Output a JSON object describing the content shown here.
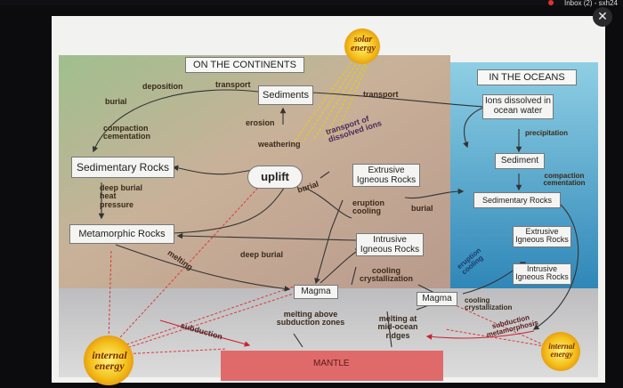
{
  "window": {
    "tab_text": "Inbox (2) - sxh24",
    "close_glyph": "✕"
  },
  "diagram": {
    "panels": {
      "continents": "ON THE CONTINENTS",
      "oceans": "IN THE OCEANS"
    },
    "nodes": {
      "sediments": "Sediments",
      "sedimentary_rocks": "Sedimentary Rocks",
      "metamorphic_rocks": "Metamorphic Rocks",
      "uplift": "uplift",
      "extrusive_left": "Extrusive Igneous Rocks",
      "intrusive_left": "Intrusive Igneous Rocks",
      "magma_left": "Magma",
      "magma_right": "Magma",
      "ions": "Ions dissolved in ocean water",
      "sediment_ocean": "Sediment",
      "sedimentary_ocean": "Sedimentary Rocks",
      "extrusive_ocean": "Extrusive Igneous Rocks",
      "intrusive_ocean": "Intrusive Igneous Rocks",
      "mantle": "MANTLE"
    },
    "suns": {
      "solar": "solar energy",
      "internal_left": "internal energy",
      "internal_right": "internal energy"
    },
    "labels": {
      "deposition": "deposition",
      "transport_top": "transport",
      "transport_right": "transport",
      "burial_left": "burial",
      "compaction": "compaction cementation",
      "erosion": "erosion",
      "weathering": "weathering",
      "transport_ions": "transport of dissolved ions",
      "deep_burial": "deep burial heat pressure",
      "burial_mid": "burial",
      "eruption_cooling": "eruption cooling",
      "burial_right": "burial",
      "deep_burial_mid": "deep burial",
      "melting": "melting",
      "cooling_crystallization": "cooling crystallization",
      "melting_subduction": "melting above subduction zones",
      "melting_ridges": "melting at mid-ocean ridges",
      "subduction_left": "subduction",
      "precipitation": "precipitation",
      "compaction_ocean": "compaction cementation",
      "eruption_cooling_ocean": "eruption cooling",
      "cooling_crystallization_ocean": "cooling crystallization",
      "subduction_metamorphosis": "subduction metamorphosis"
    }
  }
}
